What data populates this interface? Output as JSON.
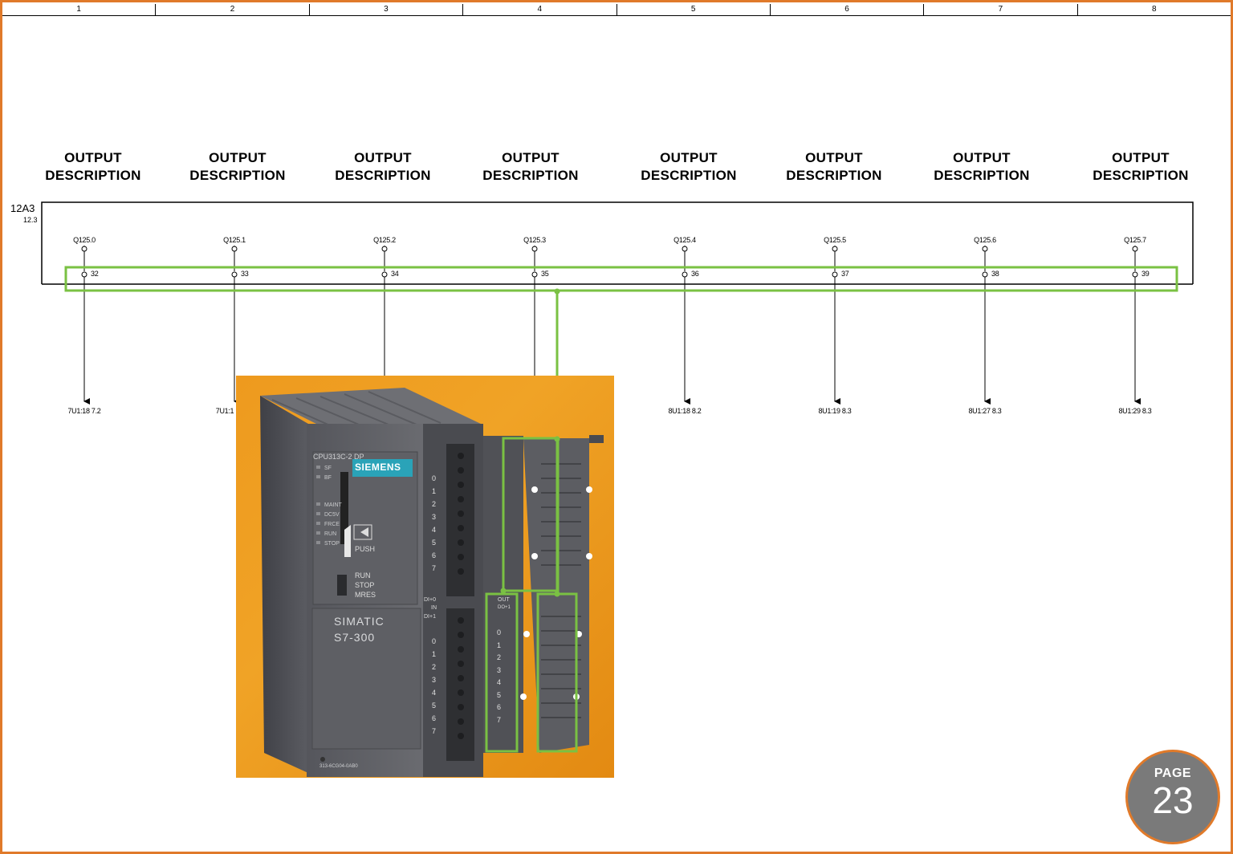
{
  "column_numbers": [
    "1",
    "2",
    "3",
    "4",
    "5",
    "6",
    "7",
    "8"
  ],
  "outputs": [
    {
      "label_line1": "OUTPUT",
      "label_line2": "DESCRIPTION",
      "address": "Q125.0",
      "terminal": "32",
      "destination": "7U1:18 7.2"
    },
    {
      "label_line1": "OUTPUT",
      "label_line2": "DESCRIPTION",
      "address": "Q125.1",
      "terminal": "33",
      "destination": "7U1:1"
    },
    {
      "label_line1": "OUTPUT",
      "label_line2": "DESCRIPTION",
      "address": "Q125.2",
      "terminal": "34",
      "destination": ""
    },
    {
      "label_line1": "OUTPUT",
      "label_line2": "DESCRIPTION",
      "address": "Q125.3",
      "terminal": "35",
      "destination": ""
    },
    {
      "label_line1": "OUTPUT",
      "label_line2": "DESCRIPTION",
      "address": "Q125.4",
      "terminal": "36",
      "destination": "8U1:18 8.2"
    },
    {
      "label_line1": "OUTPUT",
      "label_line2": "DESCRIPTION",
      "address": "Q125.5",
      "terminal": "37",
      "destination": "8U1:19 8.3"
    },
    {
      "label_line1": "OUTPUT",
      "label_line2": "DESCRIPTION",
      "address": "Q125.6",
      "terminal": "38",
      "destination": "8U1:27 8.3"
    },
    {
      "label_line1": "OUTPUT",
      "label_line2": "DESCRIPTION",
      "address": "Q125.7",
      "terminal": "39",
      "destination": "8U1:29 8.3"
    }
  ],
  "device": {
    "tag": "12A3",
    "ref": "12.3"
  },
  "photo": {
    "module_label": "CPU313C-2 DP",
    "brand": "SIEMENS",
    "product_line1": "SIMATIC",
    "product_line2": "S7-300",
    "push_label": "PUSH",
    "run_label": "RUN",
    "stop_label": "STOP",
    "mres_label": "MRES",
    "led_labels": [
      "SF",
      "BF",
      "MAINT",
      "DC5V",
      "FRCE",
      "RUN",
      "STOP"
    ],
    "part_number": "313-6CG04-0AB0",
    "di_label": "DI+0",
    "in_label": "IN",
    "di1_label": "DI+1",
    "out_label": "OUT",
    "do_label": "DO+1",
    "digits": [
      "0",
      "1",
      "2",
      "3",
      "4",
      "5",
      "6",
      "7"
    ]
  },
  "colors": {
    "frame": "#e07a2a",
    "highlight": "#7ac143",
    "badge": "#7a7a7a"
  },
  "page": {
    "label": "PAGE",
    "number": "23"
  }
}
